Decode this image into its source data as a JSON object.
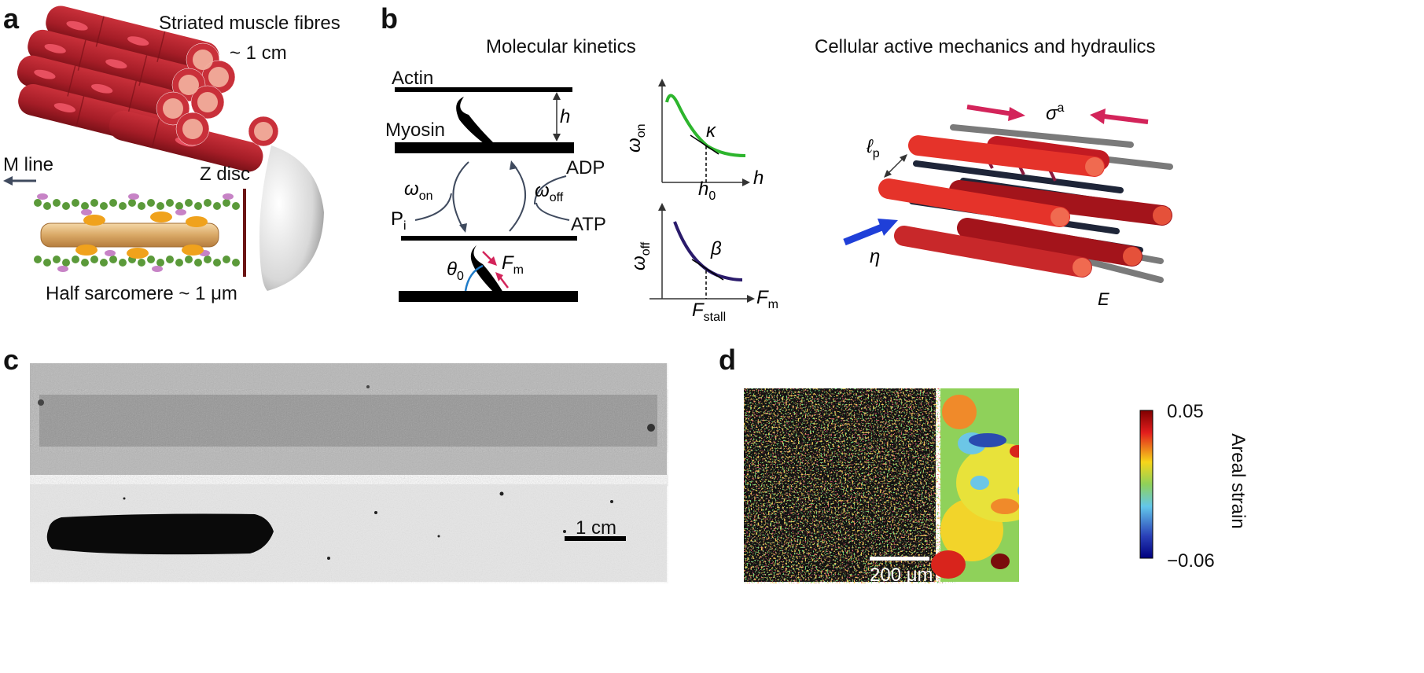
{
  "panels": {
    "a": {
      "label": "a",
      "title": "Striated muscle fibres",
      "fibre_scale": "~ 1 cm",
      "m_line": "M line",
      "z_disc": "Z disc",
      "half_sarcomere": "Half sarcomere ~ 1 μm"
    },
    "b": {
      "label": "b",
      "molecular_title": "Molecular kinetics",
      "cellular_title": "Cellular active mechanics and hydraulics",
      "actin": "Actin",
      "myosin": "Myosin",
      "h": "h",
      "omega": "ω",
      "on": "on",
      "off": "off",
      "p": "P",
      "i": "i",
      "adp": "ADP",
      "atp": "ATP",
      "theta": "θ",
      "zero": "0",
      "f": "F",
      "m": "m",
      "kappa": "κ",
      "beta": "β",
      "stall": "stall",
      "sigma": "σ",
      "a_sup": "a",
      "ell": "ℓ",
      "p_sub": "p",
      "eta": "η",
      "e": "E"
    },
    "c": {
      "label": "c",
      "scale_bar": "1 cm"
    },
    "d": {
      "label": "d",
      "scale_bar": "200 μm",
      "colorbar_max": "0.05",
      "colorbar_min": "−0.06",
      "colorbar_title": "Areal strain"
    }
  },
  "colors": {
    "muscle_red": "#b0202a",
    "filament_red": "#e5332a",
    "filament_dark": "#1e2538",
    "green_curve": "#2db52d",
    "navy_curve": "#2a1b6b",
    "arrow_pink": "#d3245a",
    "arrow_blue": "#1f3fd8"
  }
}
